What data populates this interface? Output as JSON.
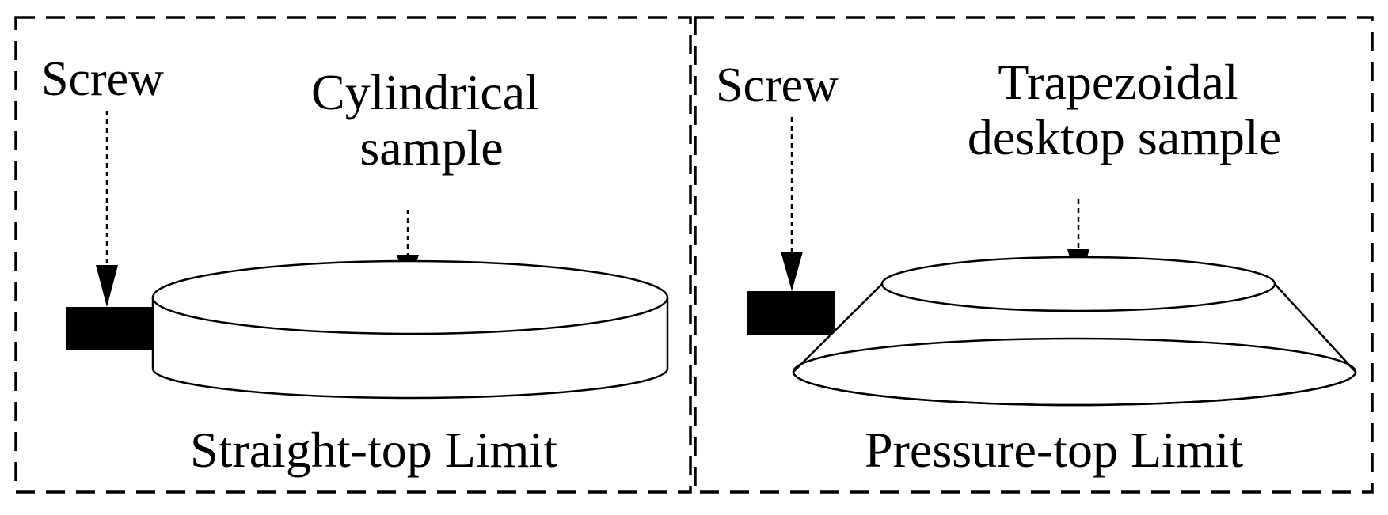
{
  "left_panel": {
    "screw_label": "Screw",
    "sample_label_lines": [
      "Cylindrical",
      "sample"
    ],
    "caption": "Straight-top Limit"
  },
  "right_panel": {
    "screw_label": "Screw",
    "sample_label_lines": [
      "Trapezoidal",
      "desktop sample"
    ],
    "caption": "Pressure-top Limit"
  },
  "colors": {
    "line": "#000000",
    "background": "#ffffff",
    "screw_fill": "#000000"
  }
}
